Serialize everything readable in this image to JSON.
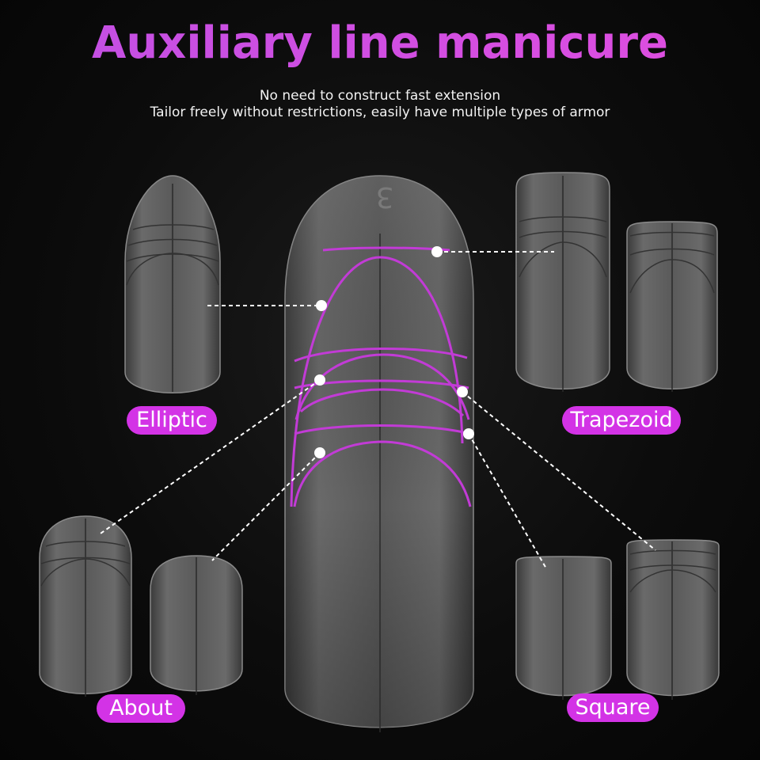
{
  "title": "Auxiliary line manicure",
  "subtitle_lines": [
    "No need to construct fast extension",
    "Tailor freely without restrictions, easily have multiple types of armor"
  ],
  "center_nail_mark": "3",
  "labels": {
    "elliptic": "Elliptic",
    "trapezoid": "Trapezoid",
    "about": "About",
    "square": "Square"
  },
  "colors": {
    "accent": "#d333e6",
    "guide_line": "#c23bd6",
    "label_text": "#ffffff"
  }
}
